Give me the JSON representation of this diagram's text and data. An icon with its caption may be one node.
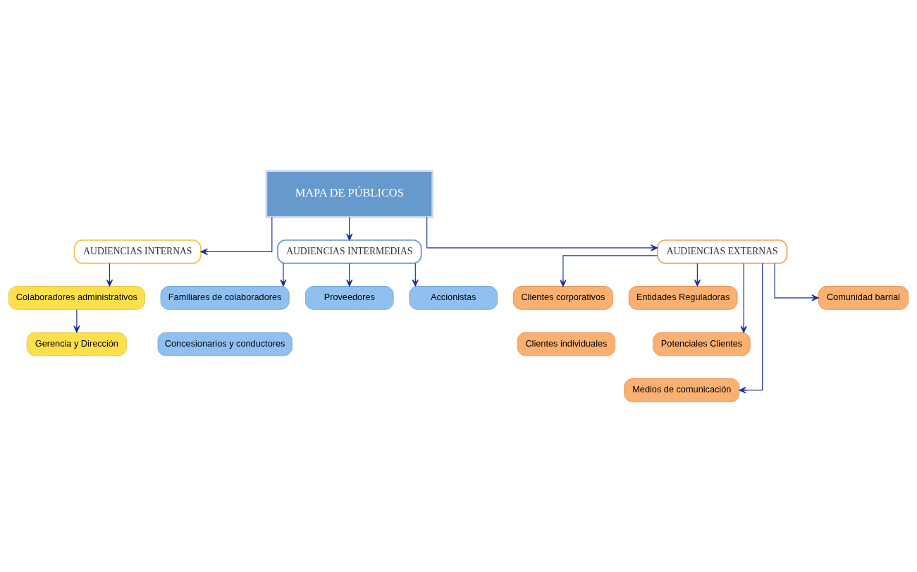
{
  "diagram": {
    "nodes": [
      {
        "text": [
          "MAPA DE PÚBLICOS"
        ]
      },
      {
        "text": [
          "AUDIENCIAS INTERNAS"
        ]
      },
      {
        "text": [
          "AUDIENCIAS INTERMEDIAS"
        ]
      },
      {
        "text": [
          "AUDIENCIAS EXTERNAS"
        ]
      },
      {
        "text": [
          "Colaboradores administrativos"
        ]
      },
      {
        "text": [
          "Gerencia y Dirección"
        ]
      },
      {
        "text": [
          "Familiares de colaboradores"
        ]
      },
      {
        "text": [
          "Concesionarios y conductores"
        ]
      },
      {
        "text": [
          "Proveedores"
        ]
      },
      {
        "text": [
          "Accionistas"
        ]
      },
      {
        "text": [
          "Clientes corporativos"
        ]
      },
      {
        "text": [
          "Entidades Reguladoras"
        ]
      },
      {
        "text": [
          "Clientes individuales"
        ]
      },
      {
        "text": [
          "Potenciales Clientes"
        ]
      },
      {
        "text": [
          "Medios de comunicación"
        ]
      },
      {
        "text": [
          "Comunidad barrial"
        ]
      }
    ],
    "edges": [
      {
        "from": 0,
        "to": 1,
        "arrow": "to"
      },
      {
        "from": 0,
        "to": 2,
        "arrow": "to"
      },
      {
        "from": 0,
        "to": 3,
        "arrow": "to"
      },
      {
        "from": 1,
        "to": 4,
        "arrow": "to"
      },
      {
        "from": 4,
        "to": 5,
        "arrow": "to"
      },
      {
        "from": 2,
        "to": 6,
        "arrow": "to"
      },
      {
        "from": 2,
        "to": 8,
        "arrow": "to"
      },
      {
        "from": 2,
        "to": 9,
        "arrow": "to"
      },
      {
        "from": 3,
        "to": 10,
        "arrow": "to"
      },
      {
        "from": 3,
        "to": 14,
        "arrow": "to"
      },
      {
        "from": 3,
        "to": 15,
        "arrow": "to"
      },
      {
        "from": 3,
        "to": 13,
        "arrow": "to"
      },
      {
        "from": 3,
        "to": 11,
        "arrow": "to"
      }
    ]
  }
}
